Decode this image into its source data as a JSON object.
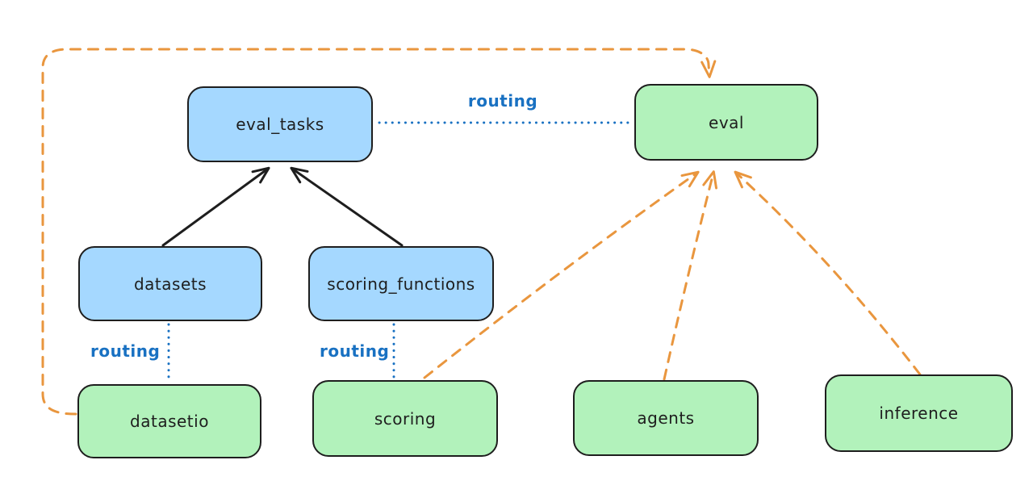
{
  "diagram": {
    "nodes": [
      {
        "id": "eval_tasks",
        "label": "eval_tasks",
        "kind": "api",
        "fill": "#a5d8ff"
      },
      {
        "id": "eval",
        "label": "eval",
        "kind": "provider",
        "fill": "#b2f2bb"
      },
      {
        "id": "datasets",
        "label": "datasets",
        "kind": "api",
        "fill": "#a5d8ff"
      },
      {
        "id": "scoring_functions",
        "label": "scoring_functions",
        "kind": "api",
        "fill": "#a5d8ff"
      },
      {
        "id": "datasetio",
        "label": "datasetio",
        "kind": "provider",
        "fill": "#b2f2bb"
      },
      {
        "id": "scoring",
        "label": "scoring",
        "kind": "provider",
        "fill": "#b2f2bb"
      },
      {
        "id": "agents",
        "label": "agents",
        "kind": "provider",
        "fill": "#b2f2bb"
      },
      {
        "id": "inference",
        "label": "inference",
        "kind": "provider",
        "fill": "#b2f2bb"
      }
    ],
    "edges": [
      {
        "from": "datasets",
        "to": "eval_tasks",
        "style": "solid-arrow",
        "color": "#1e1e1e",
        "label": ""
      },
      {
        "from": "scoring_functions",
        "to": "eval_tasks",
        "style": "solid-arrow",
        "color": "#1e1e1e",
        "label": ""
      },
      {
        "from": "eval_tasks",
        "to": "eval",
        "style": "dotted",
        "color": "#1971c2",
        "label": "routing"
      },
      {
        "from": "datasets",
        "to": "datasetio",
        "style": "dotted",
        "color": "#1971c2",
        "label": "routing"
      },
      {
        "from": "scoring_functions",
        "to": "scoring",
        "style": "dotted",
        "color": "#1971c2",
        "label": "routing"
      },
      {
        "from": "datasetio",
        "to": "eval",
        "style": "dashed-arrow",
        "color": "#e9963e",
        "label": ""
      },
      {
        "from": "scoring",
        "to": "eval",
        "style": "dashed-arrow",
        "color": "#e9963e",
        "label": ""
      },
      {
        "from": "agents",
        "to": "eval",
        "style": "dashed-arrow",
        "color": "#e9963e",
        "label": ""
      },
      {
        "from": "inference",
        "to": "eval",
        "style": "dashed-arrow",
        "color": "#e9963e",
        "label": ""
      }
    ],
    "colors": {
      "api_fill": "#a5d8ff",
      "provider_fill": "#b2f2bb",
      "stroke": "#1e1e1e",
      "routing": "#1971c2",
      "orange": "#e9963e",
      "background": "#ffffff"
    }
  }
}
